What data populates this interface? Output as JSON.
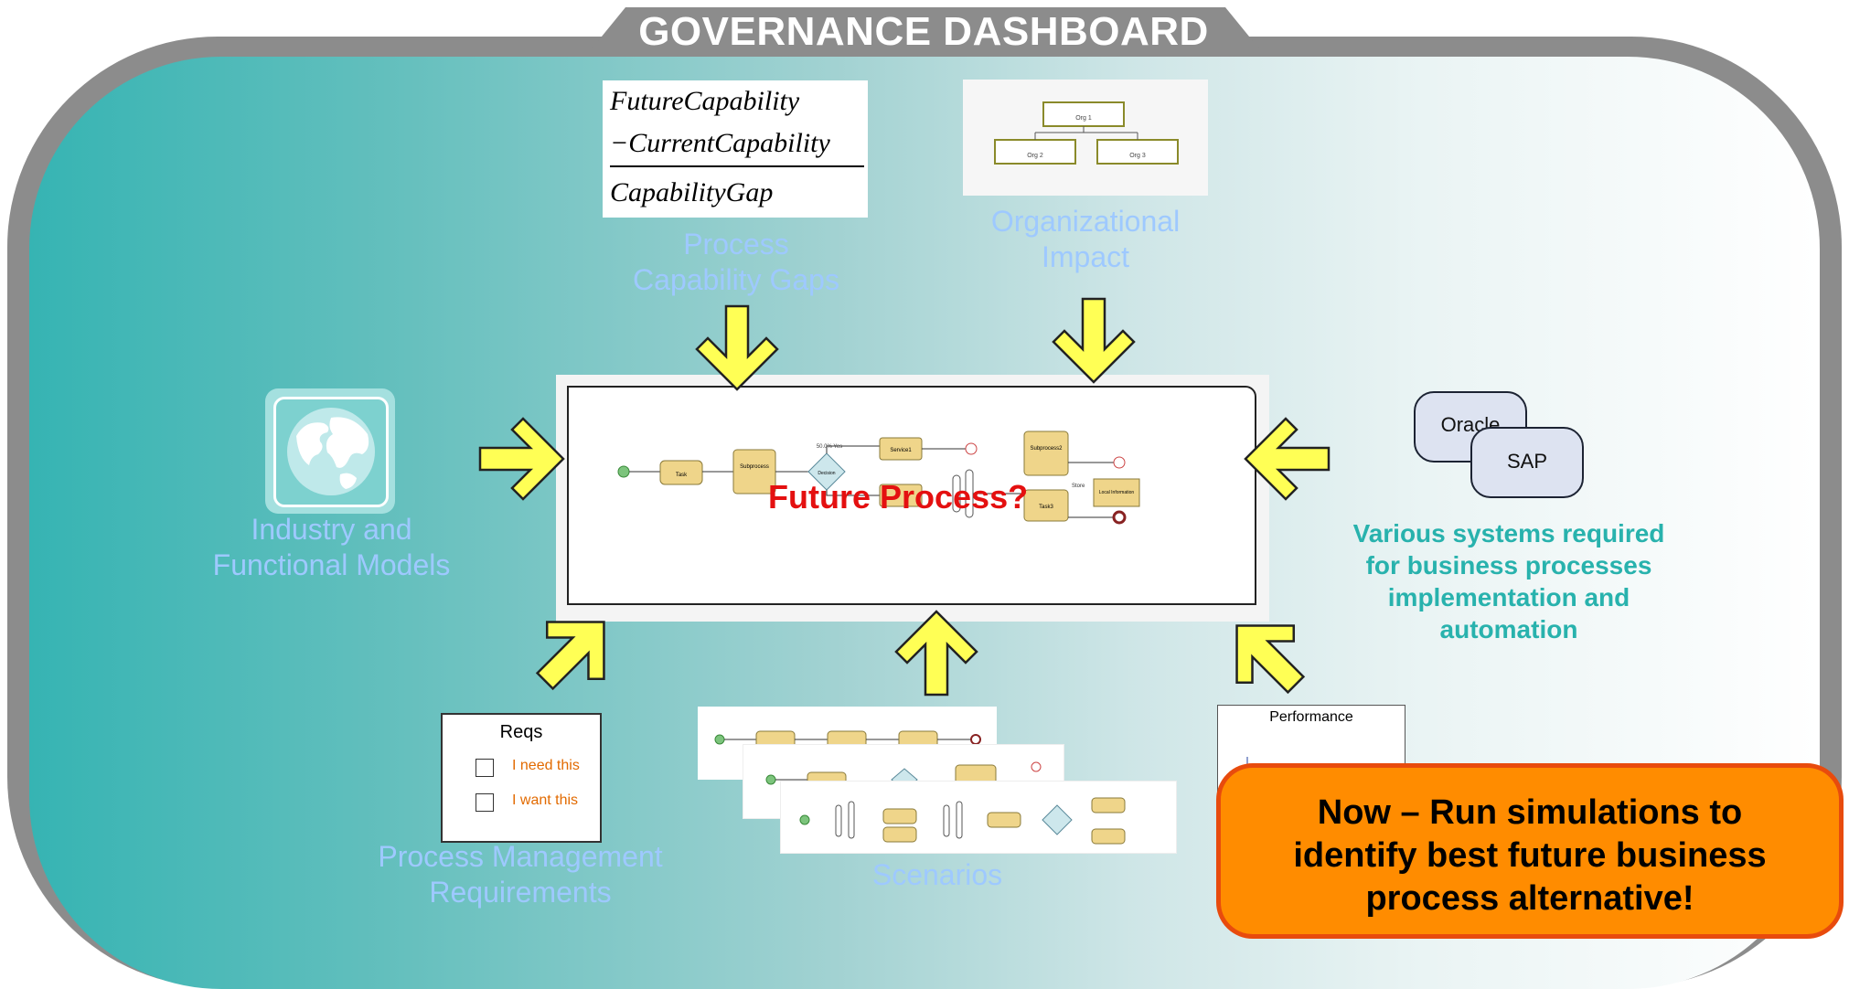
{
  "title": "GOVERNANCE DASHBOARD",
  "formula": {
    "line1": "FutureCapability",
    "line2": "−CurrentCapability",
    "line3": "CapabilityGap"
  },
  "labels": {
    "capability_gaps": [
      "Process",
      "Capability Gaps"
    ],
    "org_impact": [
      "Organizational",
      "Impact"
    ],
    "industry_models": [
      "Industry and",
      "Functional Models"
    ],
    "pm_requirements": [
      "Process Management",
      "Requirements"
    ],
    "scenarios": "Scenarios"
  },
  "org_chart": {
    "top": "Org 1",
    "left": "Org 2",
    "right": "Org 3"
  },
  "process": {
    "overlay": "Future Process?",
    "task": "Task",
    "subprocess": "Subprocess",
    "decision": "Decision",
    "service": "Service1",
    "subprocess2": "Subprocess2",
    "task3": "Task3",
    "local_info": "Local Information",
    "yes_branch": "50.0% Yes",
    "store": "Store"
  },
  "systems": {
    "oracle": "Oracle",
    "sap": "SAP",
    "caption": [
      "Various systems required",
      "for business processes",
      "implementation and",
      "automation"
    ]
  },
  "reqs": {
    "title": "Reqs",
    "items": [
      "I need this",
      "I want this"
    ]
  },
  "performance": {
    "title": "Performance"
  },
  "callout": [
    "Now – Run simulations to",
    "identify best future business",
    "process alternative!"
  ],
  "colors": {
    "arrow_fill": "#ffff55",
    "callout_bg": "#ff8c00",
    "overlay_text": "#e41010",
    "teal_text": "#28b2ad",
    "label_text": "#9ec9ff"
  }
}
